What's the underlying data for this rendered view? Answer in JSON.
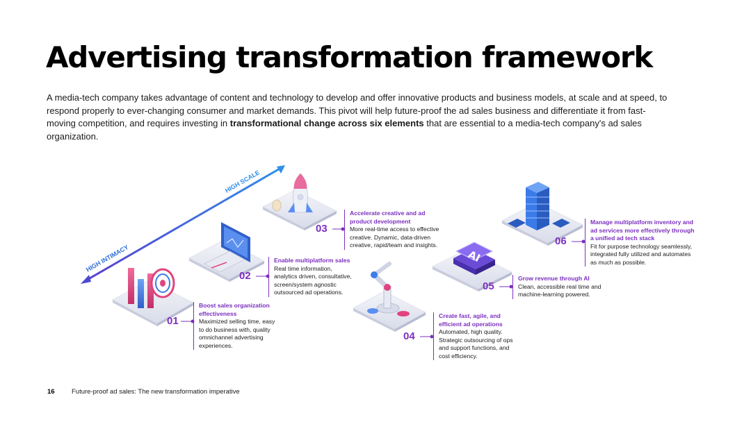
{
  "title": "Advertising transformation framework",
  "intro": {
    "part1": "A media-tech company takes advantage of content and technology to develop and offer innovative products and business models, at scale and at speed, to respond properly to ever-changing consumer and market demands. This pivot will help future-proof the ad sales business and differentiate it from fast-moving competition, and requires investing in ",
    "bold": "transformational change across six elements",
    "part2": " that are essential to a media-tech company's ad sales organization."
  },
  "axis": {
    "low_label": "HIGH INTIMACY",
    "high_label": "HIGH SCALE"
  },
  "steps": [
    {
      "num": "01",
      "title": "Boost sales organization effectiveness",
      "body": "Maximized selling time, easy to do business with, quality omnichannel advertising experiences."
    },
    {
      "num": "02",
      "title": "Enable multiplatform sales",
      "body": "Real time information, analytics driven, consultative, screen/system agnostic outsourced ad operations."
    },
    {
      "num": "03",
      "title": "Accelerate creative and ad product development",
      "body": "More real-time access to effective creative. Dynamic, data-driven creative, rapid/team and insights."
    },
    {
      "num": "04",
      "title": "Create fast, agile, and efficient ad operations",
      "body": "Automated, high quality. Strategic outsourcing of ops and support functions, and cost efficiency."
    },
    {
      "num": "05",
      "title": "Grow revenue through AI",
      "body": "Clean, accessible real time and machine-learning powered."
    },
    {
      "num": "06",
      "title": "Manage multiplatform inventory and ad services more effectively through a unified ad tech stack",
      "body": "Fit for purpose technology seamlessly, integrated fully utilized and automates as much as possible."
    }
  ],
  "ai_badge": "AI",
  "colors": {
    "accent": "#7b2fbf",
    "arrow": "#2f6fd6",
    "pink": "#e0447e",
    "blue": "#3b7be8"
  },
  "footer": {
    "page_number": "16",
    "doc_title": "Future-proof ad sales: The new transformation imperative"
  }
}
